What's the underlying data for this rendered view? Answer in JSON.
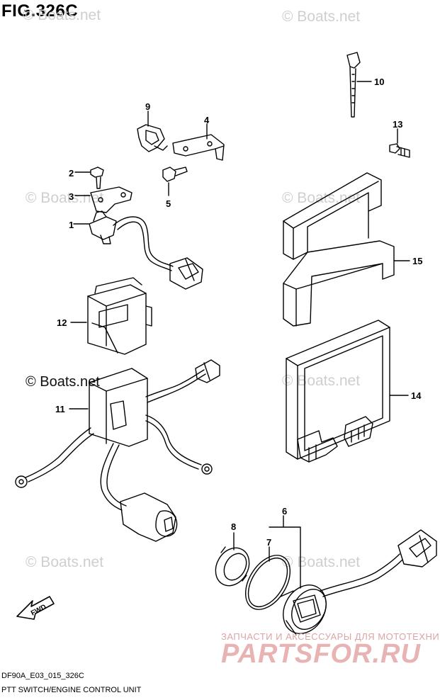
{
  "figure": {
    "title": "FIG.326C",
    "code": "DF90A_E03_015_326C",
    "caption": "PTT SWITCH/ENGINE CONTROL UNIT"
  },
  "watermarks": {
    "light": "© Boats.net",
    "dark": "© Boats.net"
  },
  "shop": {
    "subtitle": "ЗАПЧАСТИ И АКСЕССУАРЫ ДЛЯ МОТОТЕХНИКИ",
    "logo": "PARTSFOR.RU"
  },
  "fwd_label": "FWD",
  "callouts": {
    "c1": "1",
    "c2": "2",
    "c3": "3",
    "c4": "4",
    "c5": "5",
    "c6": "6",
    "c7": "7",
    "c8": "8",
    "c9": "9",
    "c10": "10",
    "c11": "11",
    "c12": "12",
    "c13": "13",
    "c14": "14",
    "c15": "15"
  },
  "colors": {
    "line": "#000000",
    "watermark": "#cfcfcf",
    "shop": "#e8b3b3"
  }
}
